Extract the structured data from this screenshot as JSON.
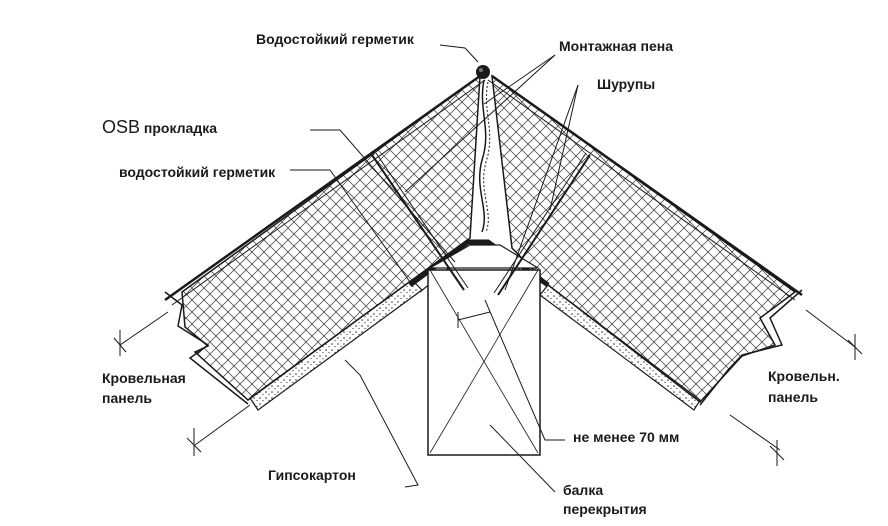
{
  "labels": {
    "sealant_top": "Водостойкий герметик",
    "foam": "Монтажная пена",
    "screws": "Шурупы",
    "osb_prefix": "OSB",
    "osb_suffix": " прокладка",
    "sealant_left": "водостойкий герметик",
    "panel_left_1": "Кровельная",
    "panel_left_2": "панель",
    "panel_right_1": "Кровельн.",
    "panel_right_2": "панель",
    "min_width": "не менее 70 мм",
    "drywall": "Гипсокартон",
    "beam_1": "балка",
    "beam_2": "перекрытия"
  },
  "colors": {
    "ink": "#1a1a1a",
    "background": "#ffffff",
    "insulation_hatch": "#333333"
  }
}
